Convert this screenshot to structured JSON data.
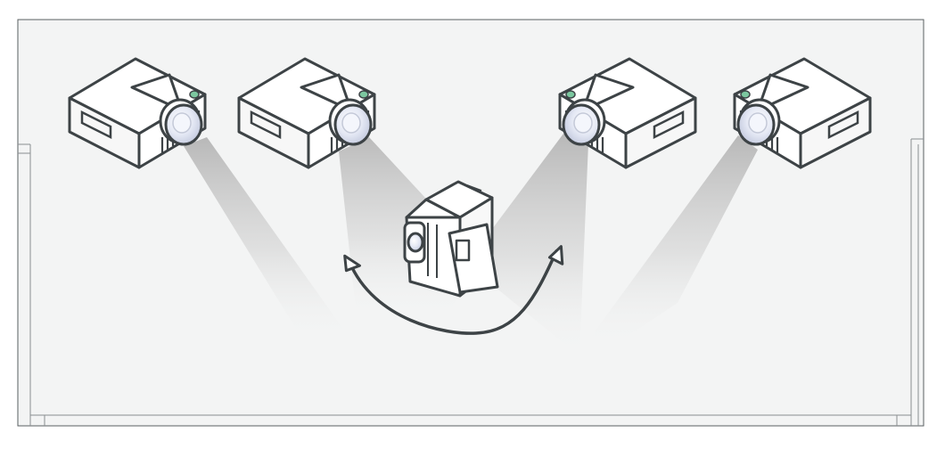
{
  "scene": {
    "projector_count": 4,
    "camera_count": 1,
    "rotation_arrow": "double-headed-arc",
    "colors": {
      "background": "#f3f4f4",
      "outline": "#3d4346",
      "body_fill": "#ffffff",
      "lens_fill": "#e6eaf6",
      "led": "#7cc8a0",
      "beam": "#bfbfbf"
    },
    "icons": [
      "projector-icon",
      "video-camera-icon",
      "rotation-arrow-icon"
    ]
  }
}
